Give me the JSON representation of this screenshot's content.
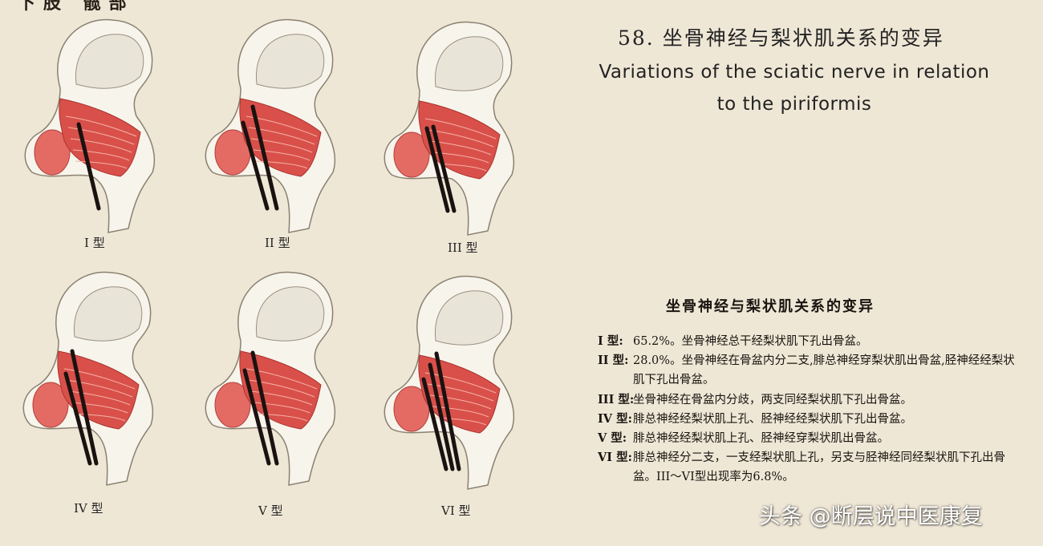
{
  "header": {
    "section": "下肢 髋部"
  },
  "title": {
    "chinese": "58. 坐骨神经与梨状肌关系的变异",
    "english_line1": "Variations of the sciatic nerve in relation",
    "english_line2": "to the  piriformis"
  },
  "figures": [
    {
      "label": "I 型",
      "nerves": "single"
    },
    {
      "label": "II 型",
      "nerves": "split-through"
    },
    {
      "label": "III 型",
      "nerves": "split-below"
    },
    {
      "label": "IV 型",
      "nerves": "above-below"
    },
    {
      "label": "V 型",
      "nerves": "above-through"
    },
    {
      "label": "VI 型",
      "nerves": "mixed"
    }
  ],
  "legend": {
    "title": "坐骨神经与梨状肌关系的变异",
    "items": [
      {
        "type": "I 型:",
        "text": "65.2%。坐骨神经总干经梨状肌下孔出骨盆。"
      },
      {
        "type": "II 型:",
        "text": "28.0%。坐骨神经在骨盆内分二支,腓总神经穿梨状肌出骨盆,胫神经经梨状肌下孔出骨盆。"
      },
      {
        "type": "III 型:",
        "text": "坐骨神经在骨盆内分歧，两支同经梨状肌下孔出骨盆。"
      },
      {
        "type": "IV 型:",
        "text": "腓总神经经梨状肌上孔、胫神经经梨状肌下孔出骨盆。"
      },
      {
        "type": "V 型:",
        "text": "腓总神经经梨状肌上孔、胫神经穿梨状肌出骨盆。"
      },
      {
        "type": "VI 型:",
        "text": "腓总神经分二支，一支经梨状肌上孔，另支与胫神经同经梨状肌下孔出骨盆。III～VI型出现率为6.8%。"
      }
    ]
  },
  "watermark": "头条 @断层说中医康复",
  "colors": {
    "paper": "#efe7d6",
    "muscle": "#d9504a",
    "bone": "#f7f4ec",
    "nerve": "#1a1210"
  }
}
